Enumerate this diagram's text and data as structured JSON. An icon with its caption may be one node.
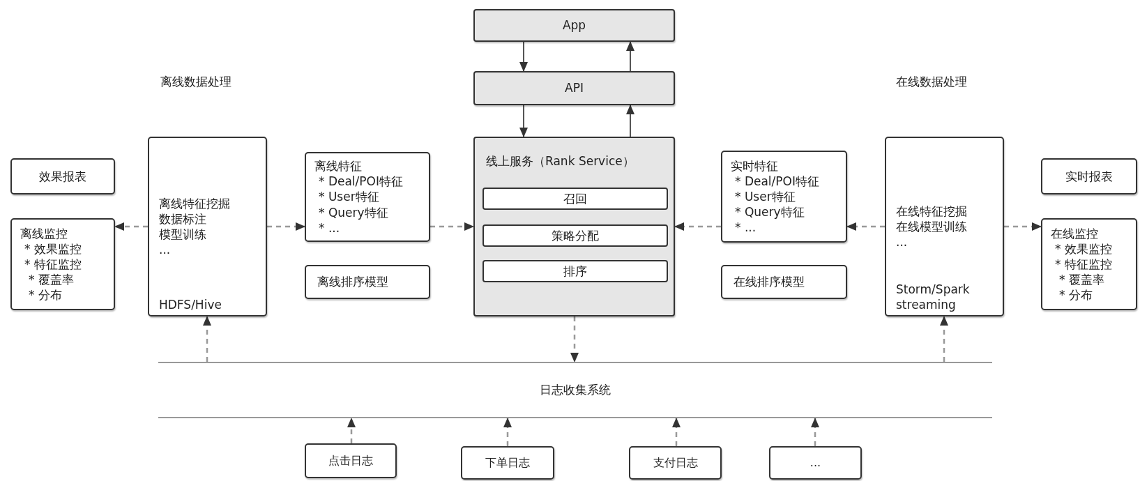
{
  "diagram": {
    "nodes": [
      {
        "text": [
          "App"
        ]
      },
      {
        "text": [
          "API"
        ]
      },
      {
        "text": [
          "效果报表"
        ]
      },
      {
        "text": [
          "离线监控",
          "* 效果监控",
          "* 特征监控",
          "* 覆盖率",
          "* 分布"
        ]
      },
      {
        "text": [
          "离线特征挖掘",
          "数据标注",
          "模型训练",
          "...",
          "HDFS/Hive"
        ]
      },
      {
        "text": [
          "离线特征",
          "* Deal/POI特征",
          "* User特征",
          "* Query特征",
          "* ..."
        ]
      },
      {
        "text": [
          "离线排序模型"
        ]
      },
      {
        "text": [
          "线上服务（Rank Service）"
        ]
      },
      {
        "text": [
          "召回"
        ],
        "in": 7
      },
      {
        "text": [
          "策略分配"
        ],
        "in": 7
      },
      {
        "text": [
          "排序"
        ],
        "in": 7
      },
      {
        "text": [
          "实时特征",
          "* Deal/POI特征",
          "* User特征",
          "* Query特征",
          "* ..."
        ]
      },
      {
        "text": [
          "在线排序模型"
        ]
      },
      {
        "text": [
          "在线特征挖掘",
          "在线模型训练",
          "...",
          "Storm/Spark streaming"
        ]
      },
      {
        "text": [
          "实时报表"
        ]
      },
      {
        "text": [
          "在线监控",
          "* 效果监控",
          "* 特征监控",
          "* 覆盖率",
          "* 分布"
        ]
      },
      {
        "text": [
          "日志收集系统"
        ]
      },
      {
        "text": [
          "点击日志"
        ]
      },
      {
        "text": [
          "下单日志"
        ]
      },
      {
        "text": [
          "支付日志"
        ]
      },
      {
        "text": [
          "..."
        ]
      }
    ],
    "edges": [
      {
        "from": 0,
        "to": 1,
        "arrow": "to"
      },
      {
        "from": 1,
        "to": 0,
        "arrow": "to"
      },
      {
        "from": 1,
        "to": 7,
        "arrow": "to"
      },
      {
        "from": 7,
        "to": 1,
        "arrow": "to"
      },
      {
        "from": 4,
        "to": 3,
        "arrow": "to",
        "style": "dashed"
      },
      {
        "from": 4,
        "to": 5,
        "arrow": "to",
        "style": "dashed"
      },
      {
        "from": 5,
        "to": 7,
        "arrow": "to",
        "style": "dashed"
      },
      {
        "from": 11,
        "to": 7,
        "arrow": "to",
        "style": "dashed"
      },
      {
        "from": 13,
        "to": 11,
        "arrow": "to",
        "style": "dashed"
      },
      {
        "from": 13,
        "to": 15,
        "arrow": "to",
        "style": "dashed"
      },
      {
        "from": 7,
        "to": 16,
        "arrow": "to",
        "style": "dashed"
      },
      {
        "from": 16,
        "to": 4,
        "arrow": "to",
        "style": "dashed"
      },
      {
        "from": 16,
        "to": 13,
        "arrow": "to",
        "style": "dashed"
      },
      {
        "from": 17,
        "to": 16,
        "arrow": "to",
        "style": "dashed"
      },
      {
        "from": 18,
        "to": 16,
        "arrow": "to",
        "style": "dashed"
      },
      {
        "from": 19,
        "to": 16,
        "arrow": "to",
        "style": "dashed"
      },
      {
        "from": 20,
        "to": 16,
        "arrow": "to",
        "style": "dashed"
      }
    ],
    "labels": [
      "离线数据处理",
      "在线数据处理"
    ]
  }
}
